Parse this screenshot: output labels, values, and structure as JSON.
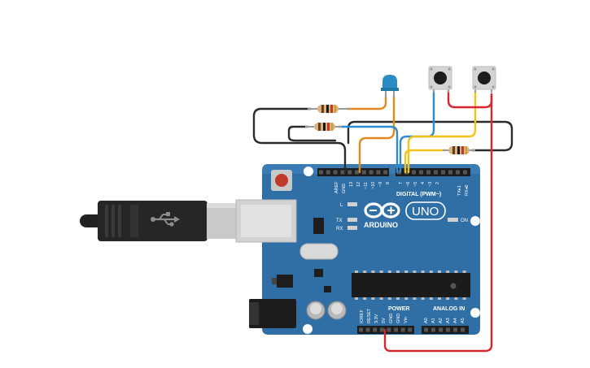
{
  "board": {
    "brand": "ARDUINO",
    "model": "UNO",
    "digital_label": "DIGITAL (PWM~)",
    "power_label": "POWER",
    "analog_label": "ANALOG IN",
    "on_label": "ON",
    "l_label": "L",
    "tx_label": "TX",
    "rx_label": "RX",
    "aref_label": "AREF",
    "gnd_label": "GND",
    "d13": "13",
    "d12": "12",
    "d11": "~11",
    "d10": "~10",
    "d9": "~9",
    "d8": "8",
    "d7": "7",
    "d6": "~6",
    "d5": "~5",
    "d4": "4",
    "d3": "~3",
    "d2": "2",
    "d1": "TX▸1",
    "d0": "RX◂0",
    "ioref": "IOREF",
    "reset": "RESET",
    "v33": "3.3V",
    "v5": "5V",
    "gnd1": "GND",
    "gnd2": "GND",
    "vin": "Vin",
    "a0": "A0",
    "a1": "A1",
    "a2": "A2",
    "a3": "A3",
    "a4": "A4",
    "a5": "A5"
  },
  "wire_colors": {
    "black": "#2b2b2b",
    "orange": "#e08a1e",
    "blue": "#2e8bd0",
    "yellow": "#f2c417",
    "red": "#d8262e"
  },
  "board_color": "#2f6fa5",
  "icons": [
    "usb-icon",
    "arduino-infinity-logo"
  ]
}
